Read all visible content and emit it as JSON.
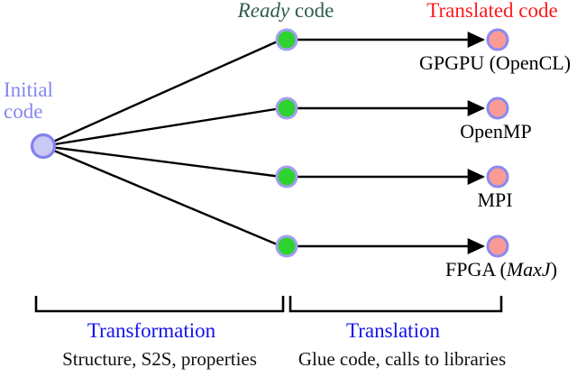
{
  "colors": {
    "initial_fill": "#c9c9f6",
    "initial_stroke": "#8282ee",
    "ready_fill": "#2fd32f",
    "ready_stroke": "#a29ff2",
    "translated_fill": "#f99b94",
    "translated_stroke": "#8a8af0",
    "edge": "#000000",
    "initial_text": "#8585f0",
    "ready_text": "#2e5c4c",
    "translated_text": "#ff1a1a",
    "phase_text": "#1111ee",
    "subtitle_text": "#111111"
  },
  "labels": {
    "initial_line1": "Initial",
    "initial_line2": "code",
    "ready_italic": "Ready",
    "ready_rest": " code",
    "translated": "Translated code"
  },
  "targets": [
    {
      "prefix": "GPGPU (OpenCL)",
      "italic": "",
      "suffix": ""
    },
    {
      "prefix": "OpenMP",
      "italic": "",
      "suffix": ""
    },
    {
      "prefix": "MPI",
      "italic": "",
      "suffix": ""
    },
    {
      "prefix": "FPGA (",
      "italic": "MaxJ",
      "suffix": ")"
    }
  ],
  "phases": [
    {
      "title": "Transformation",
      "subtitle": "Structure, S2S, properties"
    },
    {
      "title": "Translation",
      "subtitle": "Glue code, calls to libraries"
    }
  ]
}
